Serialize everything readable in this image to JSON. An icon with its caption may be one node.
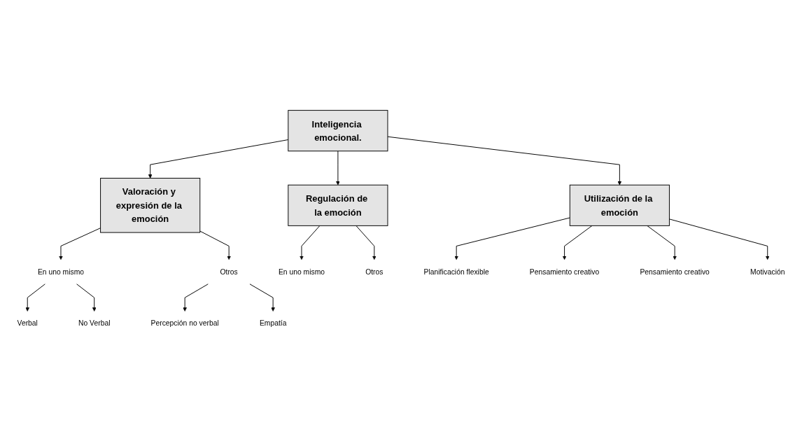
{
  "diagram": {
    "nodes": [
      {
        "text": [
          "Inteligencia emocional."
        ]
      },
      {
        "text": [
          "Valoración y expresión de la emoción"
        ]
      },
      {
        "text": [
          "Regulación de la emoción"
        ]
      },
      {
        "text": [
          "Utilización de la emoción"
        ]
      },
      {
        "text": [
          "En uno mismo"
        ]
      },
      {
        "text": [
          "Otros"
        ]
      },
      {
        "text": [
          "En uno mismo"
        ]
      },
      {
        "text": [
          "Otros"
        ]
      },
      {
        "text": [
          "Planificación flexible"
        ]
      },
      {
        "text": [
          "Pensamiento creativo"
        ]
      },
      {
        "text": [
          "Verbal"
        ]
      },
      {
        "text": [
          "No Verbal"
        ]
      },
      {
        "text": [
          "Percepción no verbal"
        ]
      },
      {
        "text": [
          "Empatía"
        ]
      },
      {
        "text": [
          "Pensamiento creativo"
        ]
      },
      {
        "text": [
          "Motivación"
        ]
      }
    ],
    "edges": [
      {
        "from": 0,
        "to": 1,
        "arrow": "to"
      },
      {
        "from": 0,
        "to": 2,
        "arrow": "to"
      },
      {
        "from": 0,
        "to": 3,
        "arrow": "to"
      },
      {
        "from": 1,
        "to": 4,
        "arrow": "to"
      },
      {
        "from": 1,
        "to": 5,
        "arrow": "to"
      },
      {
        "from": 2,
        "to": 6,
        "arrow": "to"
      },
      {
        "from": 2,
        "to": 7,
        "arrow": "to"
      },
      {
        "from": 3,
        "to": 8,
        "arrow": "to"
      },
      {
        "from": 3,
        "to": 14,
        "arrow": "to"
      },
      {
        "from": 3,
        "to": 15,
        "arrow": "to"
      },
      {
        "from": 3,
        "to": 9,
        "arrow": "to"
      },
      {
        "from": 4,
        "to": 10,
        "arrow": "to"
      },
      {
        "from": 4,
        "to": 11,
        "arrow": "to"
      },
      {
        "from": 5,
        "to": 12,
        "arrow": "to"
      },
      {
        "from": 5,
        "to": 13,
        "arrow": "to"
      }
    ]
  }
}
